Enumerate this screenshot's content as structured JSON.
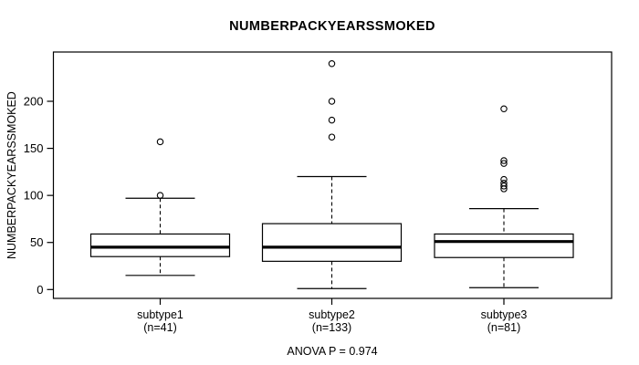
{
  "title": "NUMBERPACKYEARSSMOKED",
  "annotation": "ANOVA P = 0.974",
  "colors": {
    "ink": "#000000",
    "background": "#ffffff",
    "box_fill": "#ffffff"
  },
  "chart_data": {
    "type": "boxplot",
    "title": "NUMBERPACKYEARSSMOKED",
    "ylabel": "NUMBERPACKYEARSSMOKED",
    "xlabel": "",
    "annotation": "ANOVA P = 0.974",
    "y_ticks": [
      0,
      50,
      100,
      150,
      200
    ],
    "ylim": [
      -9,
      252
    ],
    "grid": false,
    "legend": "none",
    "categories": [
      "subtype1",
      "subtype2",
      "subtype3"
    ],
    "groups": [
      {
        "label": "subtype1",
        "sublabel": "(n=41)",
        "n": 41,
        "whisker_low": 15,
        "q1": 35,
        "median": 45,
        "q3": 59,
        "whisker_high": 97,
        "outliers": [
          100,
          157
        ]
      },
      {
        "label": "subtype2",
        "sublabel": "(n=133)",
        "n": 133,
        "whisker_low": 1,
        "q1": 30,
        "median": 45,
        "q3": 70,
        "whisker_high": 120,
        "outliers": [
          162,
          180,
          200,
          240
        ]
      },
      {
        "label": "subtype3",
        "sublabel": "(n=81)",
        "n": 81,
        "whisker_low": 2,
        "q1": 34,
        "median": 51,
        "q3": 59,
        "whisker_high": 86,
        "outliers": [
          107,
          110,
          113,
          117,
          134,
          137,
          192
        ]
      }
    ]
  }
}
